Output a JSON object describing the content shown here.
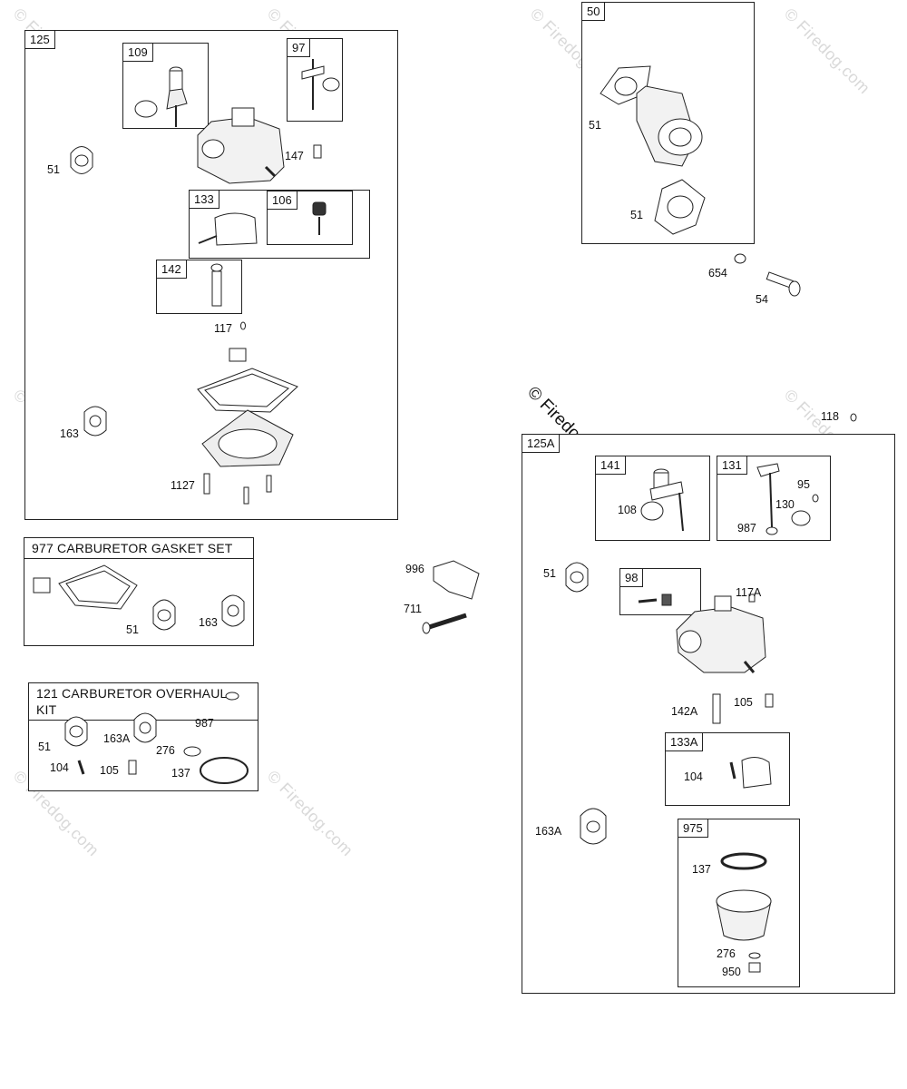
{
  "watermark": "© Firedog.com",
  "assemblies": {
    "a125": {
      "tag": "125",
      "sub109": "109",
      "sub97": "97",
      "sub133": "133",
      "sub106": "106",
      "sub142": "142",
      "labels": {
        "p51": "51",
        "p147": "147",
        "p117": "117",
        "p163": "163",
        "p1127": "1127"
      }
    },
    "gasket_set": {
      "title": "977 CARBURETOR GASKET SET",
      "p51": "51",
      "p163": "163"
    },
    "overhaul_kit": {
      "title": "121 CARBURETOR OVERHAUL KIT",
      "p51": "51",
      "p163A": "163A",
      "p987": "987",
      "p276": "276",
      "p104": "104",
      "p105": "105",
      "p137": "137"
    },
    "a50": {
      "tag": "50",
      "p51a": "51",
      "p51b": "51"
    },
    "loose": {
      "p654": "654",
      "p54": "54",
      "p996": "996",
      "p711": "711",
      "p118": "118"
    },
    "a125A": {
      "tag": "125A",
      "sub141": "141",
      "sub131": "131",
      "sub98": "98",
      "sub133A": "133A",
      "sub975": "975",
      "labels": {
        "p108": "108",
        "p95": "95",
        "p130": "130",
        "p987": "987",
        "p51": "51",
        "p117A": "117A",
        "p142A": "142A",
        "p105": "105",
        "p104": "104",
        "p163A": "163A",
        "p137": "137",
        "p276": "276",
        "p950": "950"
      }
    }
  }
}
